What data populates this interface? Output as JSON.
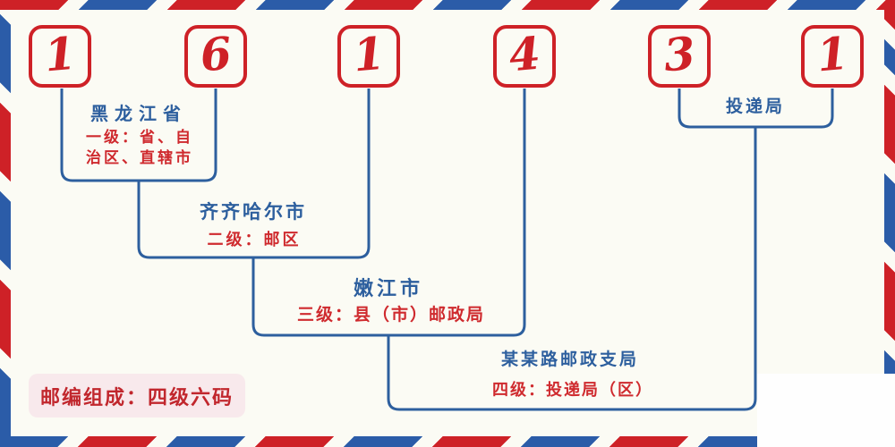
{
  "postal_code": {
    "digits": [
      "1",
      "6",
      "1",
      "4",
      "3",
      "1"
    ]
  },
  "levels": [
    {
      "place": "黑龙江省",
      "desc_lines": [
        "一级：省、自",
        "治区、直辖市"
      ]
    },
    {
      "place": "齐齐哈尔市",
      "desc_lines": [
        "二级：邮区"
      ]
    },
    {
      "place": "嫩江市",
      "desc_lines": [
        "三级：县（市）邮政局"
      ]
    },
    {
      "place": "某某路邮政支局",
      "desc_lines": [
        "四级：投递局（区）"
      ]
    }
  ],
  "delivery_office_label": "投递局",
  "footer_note": "邮编组成：四级六码",
  "colors": {
    "background": "#fbfbf4",
    "stripe_red": "#ce2127",
    "stripe_blue": "#2b5ca8",
    "line_blue": "#2d5f9e",
    "text_red": "#cf2a2e",
    "badge_background": "#f8e9ec",
    "badge_red": "#c1272d"
  }
}
